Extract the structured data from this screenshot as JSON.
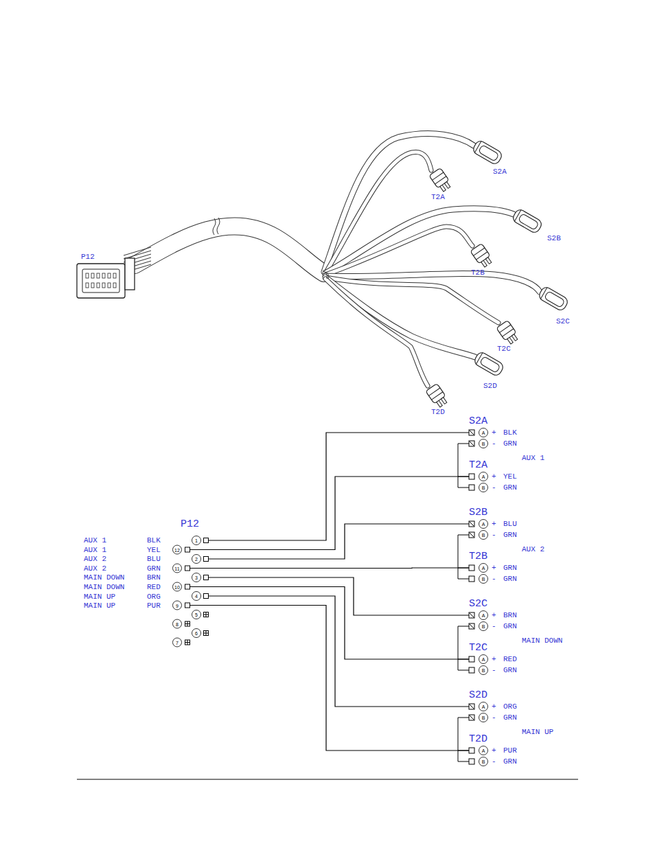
{
  "diagram": {
    "labels": [
      "P12",
      "S2A",
      "T2A",
      "S2B",
      "T2B",
      "S2C",
      "T2C",
      "S2D",
      "T2D",
      "P12",
      "AUX 1",
      "BLK",
      "AUX 1",
      "YEL",
      "AUX 2",
      "BLU",
      "AUX 2",
      "GRN",
      "MAIN DOWN",
      "BRN",
      "MAIN DOWN",
      "RED",
      "MAIN UP",
      "ORG",
      "MAIN UP",
      "PUR",
      "1",
      "12",
      "2",
      "11",
      "3",
      "10",
      "4",
      "9",
      "5",
      "8",
      "6",
      "7",
      "S2A",
      "A",
      "+",
      "BLK",
      "B",
      "-",
      "GRN",
      "AUX 1",
      "T2A",
      "A",
      "+",
      "YEL",
      "B",
      "-",
      "GRN",
      "S2B",
      "A",
      "+",
      "BLU",
      "B",
      "-",
      "GRN",
      "AUX 2",
      "T2B",
      "A",
      "+",
      "GRN",
      "B",
      "-",
      "GRN",
      "S2C",
      "A",
      "+",
      "BRN",
      "B",
      "-",
      "GRN",
      "MAIN DOWN",
      "T2C",
      "A",
      "+",
      "RED",
      "B",
      "-",
      "GRN",
      "S2D",
      "A",
      "+",
      "ORG",
      "B",
      "-",
      "GRN",
      "MAIN UP",
      "T2D",
      "A",
      "+",
      "PUR",
      "B",
      "-",
      "GRN"
    ]
  }
}
